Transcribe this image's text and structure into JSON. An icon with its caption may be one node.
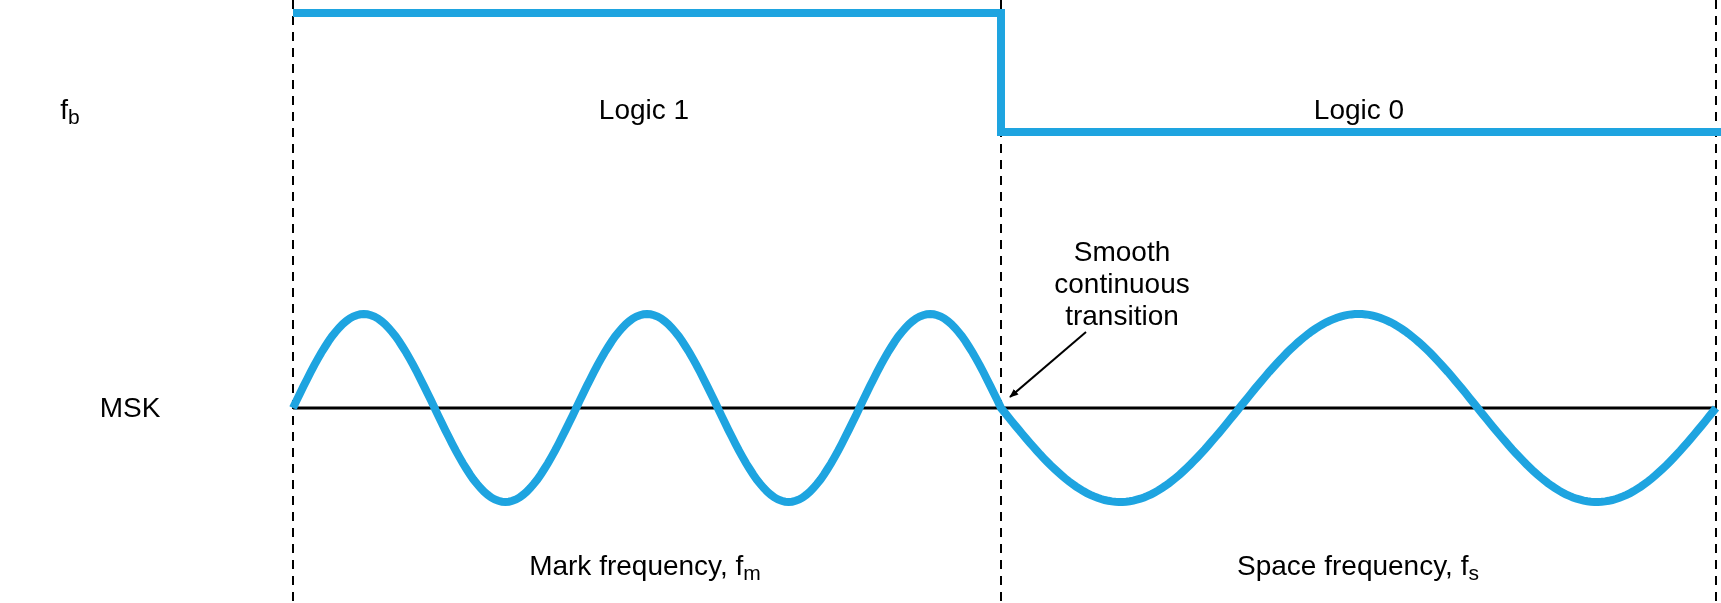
{
  "diagram": {
    "nodes": [
      {
        "text": [
          "Smooth continuous transition"
        ]
      },
      {
        "text": [],
        "shape": "wave"
      }
    ],
    "edges": [
      {
        "from": 0,
        "to": 1,
        "arrow": "to"
      }
    ],
    "labels": [
      "f$_{b}$",
      "Logic 1",
      "Logic 0",
      "MSK",
      "Mark frequency, f$_{m}$",
      "Space frequency, f$_{s}$"
    ]
  }
}
